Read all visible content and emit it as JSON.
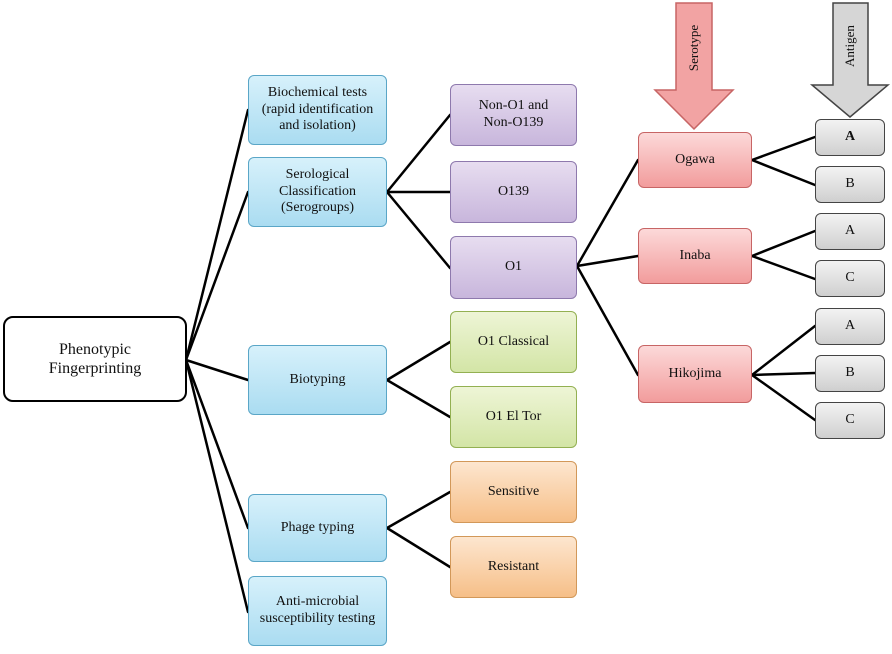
{
  "root": "Phenotypic\nFingerprinting",
  "categories": {
    "biochemical": "Biochemical tests\n(rapid identification\nand isolation)",
    "serological": "Serological\nClassification\n(Serogroups)",
    "biotyping": "Biotyping",
    "phage": "Phage typing",
    "antimicrobial": "Anti-microbial\nsusceptibility testing"
  },
  "serogroups": {
    "non": "Non-O1 and\nNon-O139",
    "o139": "O139",
    "o1": "O1"
  },
  "biotypes": {
    "classical": "O1 Classical",
    "eltor": "O1 El Tor"
  },
  "phage": {
    "sensitive": "Sensitive",
    "resistant": "Resistant"
  },
  "serotypes": {
    "ogawa": "Ogawa",
    "inaba": "Inaba",
    "hikojima": "Hikojima"
  },
  "antigens": {
    "ogawa_a": "A",
    "ogawa_b": "B",
    "inaba_a": "A",
    "inaba_c": "C",
    "hikojima_a": "A",
    "hikojima_b": "B",
    "hikojima_c": "C"
  },
  "headers": {
    "serotype": "Serotype",
    "antigen": "Antigen"
  },
  "colors": {
    "category": "#aadcf1",
    "serogroup": "#c8b6dc",
    "biotype": "#d3e5a6",
    "phage": "#f6bf88",
    "serotype": "#f29c9c",
    "antigen": "#cfcfcf"
  }
}
